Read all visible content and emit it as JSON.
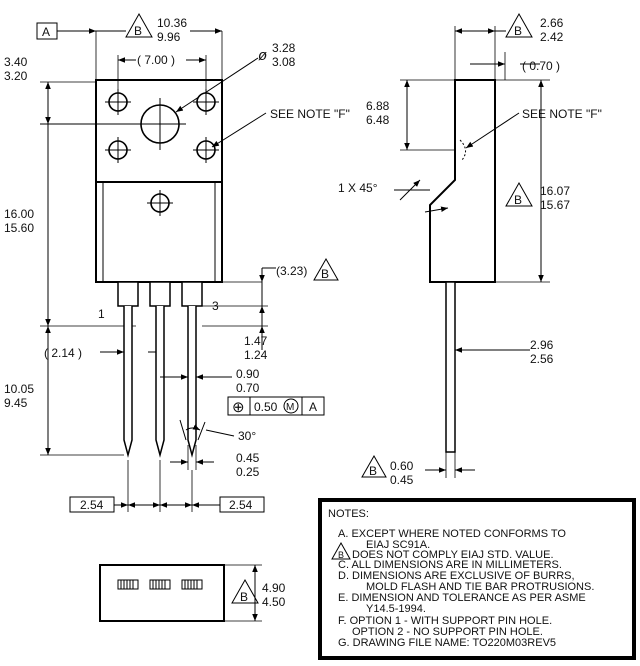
{
  "front": {
    "datum": "A",
    "delta": "B",
    "width_max": "10.36",
    "width_min": "9.96",
    "hole_spacing": "( 7.00 )",
    "dia_symbol": "ø",
    "hole_dia_max": "3.28",
    "hole_dia_min": "3.08",
    "top_max": "3.40",
    "top_min": "3.20",
    "see_note": "SEE NOTE \"F\"",
    "body_max": "16.00",
    "body_min": "15.60",
    "lead_offset": "(3.23)",
    "pin1": "1",
    "pin3": "3",
    "pitch_ref": "( 2.14 )",
    "lead_len_max": "10.05",
    "lead_len_min": "9.45",
    "shoulder_max": "1.47",
    "shoulder_min": "1.24",
    "lead_w_max": "0.90",
    "lead_w_min": "0.70",
    "tol_symbol": "⊕",
    "tol_value": "0.50",
    "tol_mod": "M",
    "tol_datum": "A",
    "lead_angle": "30°",
    "lead_t_max": "0.45",
    "lead_t_min": "0.25",
    "pitch_left": "2.54",
    "pitch_right": "2.54"
  },
  "side": {
    "delta": "B",
    "thick_max": "2.66",
    "thick_min": "2.42",
    "tab_ref": "( 0.70 )",
    "hole_h_max": "6.88",
    "hole_h_min": "6.48",
    "see_note": "SEE NOTE \"F\"",
    "chamfer": "1 X 45°",
    "height_max": "16.07",
    "height_min": "15.67",
    "offset_max": "2.96",
    "offset_min": "2.56",
    "lead_t_max": "0.60",
    "lead_t_min": "0.45",
    "lead_delta": "B"
  },
  "bottom": {
    "delta": "B",
    "height_max": "4.90",
    "height_min": "4.50"
  },
  "notes": {
    "title": "NOTES:",
    "a1": "A. EXCEPT WHERE NOTED CONFORMS TO",
    "a2": "EIAJ SC91A.",
    "b_symbol": "B",
    "b": "DOES NOT COMPLY EIAJ STD. VALUE.",
    "c": "C. ALL DIMENSIONS ARE IN MILLIMETERS.",
    "d1": "D. DIMENSIONS ARE EXCLUSIVE OF BURRS,",
    "d2": "MOLD FLASH AND TIE BAR PROTRUSIONS.",
    "e1": "E. DIMENSION AND TOLERANCE AS PER ASME",
    "e2": "Y14.5-1994.",
    "f1": "F. OPTION 1 - WITH SUPPORT PIN HOLE.",
    "f2": "OPTION 2 - NO SUPPORT PIN HOLE.",
    "g": "G. DRAWING FILE NAME: TO220M03REV5"
  }
}
